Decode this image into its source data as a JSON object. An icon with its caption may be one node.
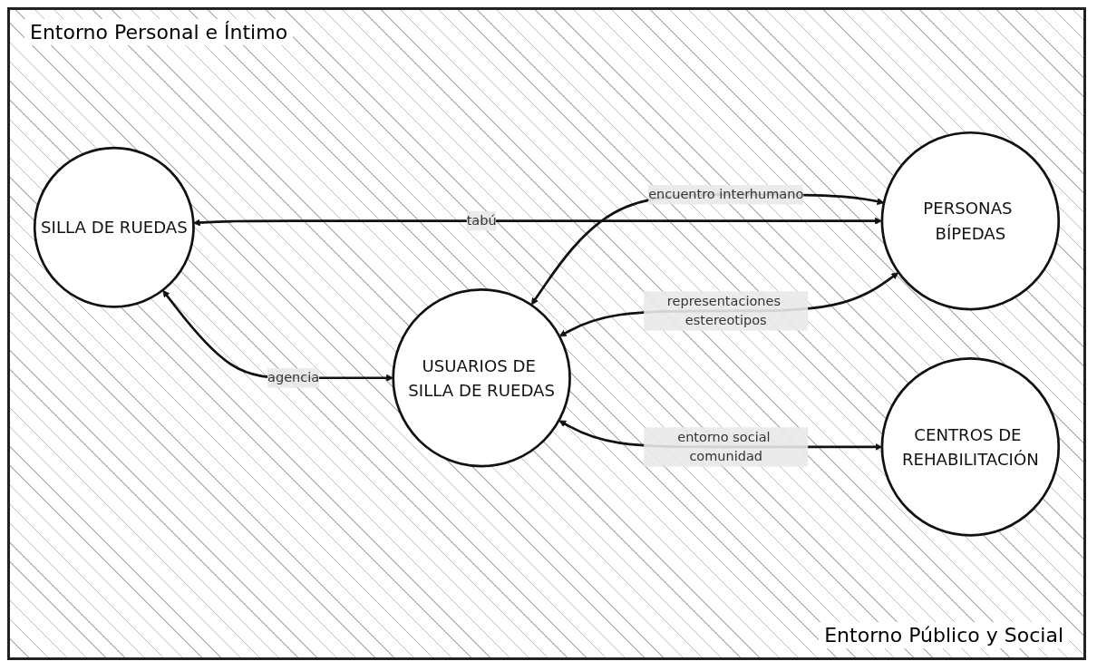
{
  "diagram": {
    "nodes": [
      {
        "text": [
          "SILLA DE RUEDAS"
        ]
      },
      {
        "text": [
          "USUARIOS DE SILLA DE RUEDAS"
        ]
      },
      {
        "text": [
          "PERSONAS BÍPEDAS"
        ]
      },
      {
        "text": [
          "CENTROS DE REHABILITACIÓN"
        ]
      }
    ],
    "edges": [
      {
        "from": 2,
        "to": 0,
        "arrow": "both",
        "label": "tabú"
      },
      {
        "from": 2,
        "to": 1,
        "arrow": "both",
        "label": "representaciones estereotipos"
      },
      {
        "from": 0,
        "to": 1,
        "arrow": "both",
        "label": "agencia"
      },
      {
        "from": 1,
        "to": 2,
        "arrow": "both",
        "label": "encuentro interhumano"
      },
      {
        "from": 1,
        "to": 3,
        "arrow": "both",
        "label": "entorno social comunidad"
      }
    ],
    "labels": [
      "Entorno Personal e Íntimo",
      "Entorno Público y Social"
    ]
  }
}
